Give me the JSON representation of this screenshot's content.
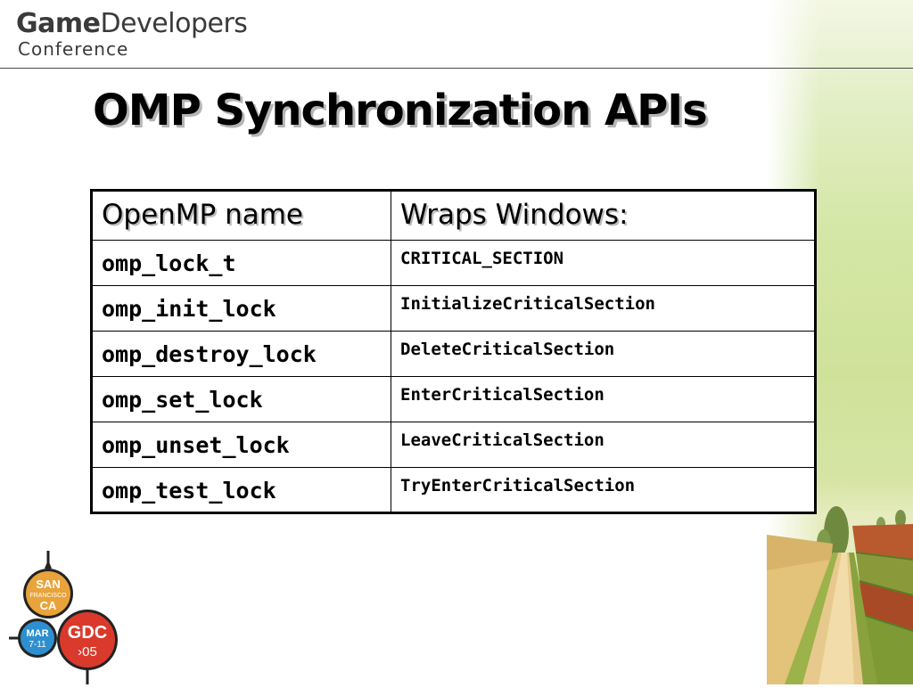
{
  "header": {
    "logo": {
      "line1_bold": "Game",
      "line1_rest": "Developers",
      "line2": "Conference"
    }
  },
  "slide": {
    "title": "OMP Synchronization APIs"
  },
  "table": {
    "headers": [
      "OpenMP name",
      "Wraps Windows:"
    ],
    "rows": [
      {
        "name": "omp_lock_t",
        "wraps": "CRITICAL_SECTION"
      },
      {
        "name": "omp_init_lock",
        "wraps": "InitializeCriticalSection"
      },
      {
        "name": "omp_destroy_lock",
        "wraps": "DeleteCriticalSection"
      },
      {
        "name": "omp_set_lock",
        "wraps": "EnterCriticalSection"
      },
      {
        "name": "omp_unset_lock",
        "wraps": "LeaveCriticalSection"
      },
      {
        "name": "omp_test_lock",
        "wraps": "TryEnterCriticalSection"
      }
    ]
  },
  "badges": {
    "location": {
      "line1": "SAN",
      "line2": "FRANCISCO",
      "line3": "CA",
      "color": "#e8a33a"
    },
    "dates": {
      "line1": "MAR",
      "line2": "7-11",
      "color": "#2e8fcf"
    },
    "event": {
      "line1": "GDC",
      "line2": "›05",
      "color": "#d93a2b"
    }
  },
  "colors": {
    "title_shadow": "#b5b5b5",
    "rule": "#4a4a4a"
  }
}
